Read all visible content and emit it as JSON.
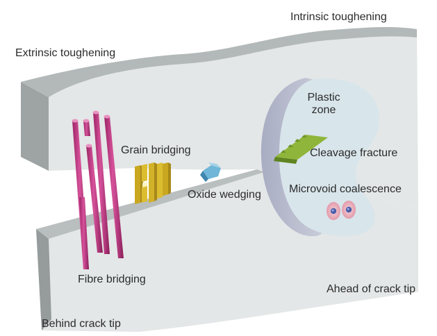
{
  "labels": {
    "extrinsic": "Extrinsic toughening",
    "intrinsic": "Intrinsic toughening",
    "grain_bridging": "Grain bridging",
    "oxide_wedging": "Oxide wedging",
    "fibre_bridging": "Fibre bridging",
    "plastic_zone_line1": "Plastic",
    "plastic_zone_line2": "zone",
    "cleavage_fracture": "Cleavage fracture",
    "microvoid_coalescence": "Microvoid coalescence",
    "ahead_of_crack_tip": "Ahead of crack tip",
    "behind_crack_tip": "Behind crack tip"
  },
  "colors": {
    "specimen_face": "#e3e6e6",
    "specimen_edge": "#a9aeae",
    "specimen_shadow": "#8e9494",
    "plastic_zone": "#d9e6ec",
    "plastic_zone_rim": "#b9bccd",
    "fibre": "#c43a86",
    "grain": "#d8b92c",
    "oxide": "#6fb6d8",
    "cleavage": "#8fb53a",
    "void_ring": "#e6a4b1",
    "void_core": "#4a5fa8",
    "text": "#2b2b2b"
  }
}
